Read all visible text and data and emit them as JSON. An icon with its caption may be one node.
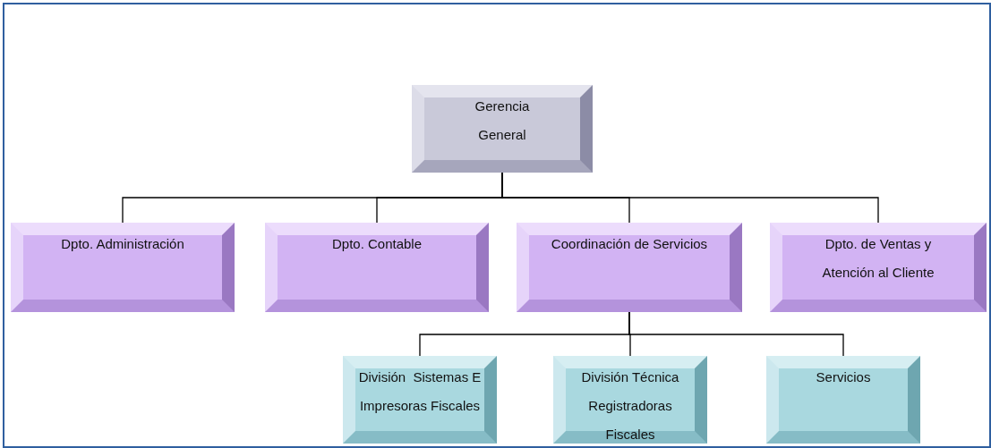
{
  "diagram": {
    "nodes": [
      {
        "text": [
          "Gerencia General"
        ]
      },
      {
        "text": [
          "Dpto. Administración"
        ]
      },
      {
        "text": [
          "Dpto. Contable"
        ]
      },
      {
        "text": [
          "Coordinación de Servicios"
        ]
      },
      {
        "text": [
          "Dpto. de Ventas y Atención al Cliente"
        ]
      },
      {
        "text": [
          "División  Sistemas E Impresoras Fiscales"
        ]
      },
      {
        "text": [
          "División Técnica Registradoras Fiscales"
        ]
      },
      {
        "text": [
          "Servicios"
        ]
      }
    ],
    "edges": [
      {
        "from": 0,
        "to": 1,
        "arrow": "none"
      },
      {
        "from": 0,
        "to": 2,
        "arrow": "none"
      },
      {
        "from": 0,
        "to": 3,
        "arrow": "none"
      },
      {
        "from": 0,
        "to": 4,
        "arrow": "none"
      },
      {
        "from": 3,
        "to": 5,
        "arrow": "none"
      },
      {
        "from": 3,
        "to": 6,
        "arrow": "none"
      },
      {
        "from": 3,
        "to": 7,
        "arrow": "none"
      }
    ]
  }
}
